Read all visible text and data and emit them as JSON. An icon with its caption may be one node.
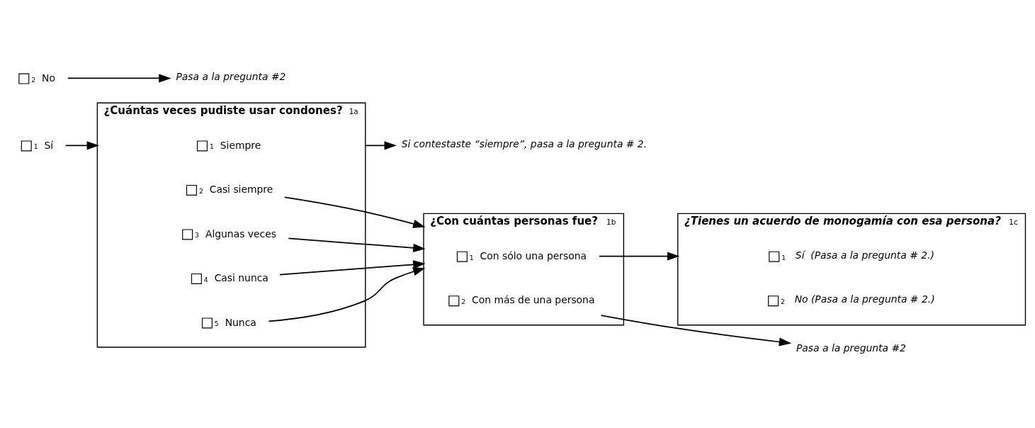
{
  "diagram": {
    "nodes": [
      {
        "text": [
          "1",
          "Sí"
        ]
      },
      {
        "text": [
          "2",
          "No"
        ]
      },
      {
        "text": [
          "¿Cuántas veces pudiste usar condones?",
          "1a"
        ]
      },
      {
        "text": [
          "1",
          "Siempre"
        ],
        "in": 2
      },
      {
        "text": [
          "2",
          "Casi siempre"
        ],
        "in": 2
      },
      {
        "text": [
          "3",
          "Algunas veces"
        ],
        "in": 2
      },
      {
        "text": [
          "4",
          "Casi nunca"
        ],
        "in": 2
      },
      {
        "text": [
          "5",
          "Nunca"
        ],
        "in": 2
      },
      {
        "text": [
          "Si contestaste “siempre”, pasa a la pregunta # 2."
        ]
      },
      {
        "text": [
          "¿Con cuántas personas fue?",
          "1b"
        ]
      },
      {
        "text": [
          "1",
          "Con sólo una persona"
        ],
        "in": 9
      },
      {
        "text": [
          "2",
          "Con más de una persona"
        ],
        "in": 9
      },
      {
        "text": [
          "¿Tienes un acuerdo de monogamía con esa persona?",
          "1c"
        ]
      },
      {
        "text": [
          "1",
          "Sí  (Pasa a la pregunta # 2.)"
        ],
        "in": 12
      },
      {
        "text": [
          "2",
          "No (Pasa a la pregunta # 2.)"
        ],
        "in": 12
      },
      {
        "text": [
          "Pasa a la pregunta #2"
        ]
      },
      {
        "text": [
          "Pasa a la pregunta #2"
        ]
      }
    ],
    "edges": [
      {
        "from": 0,
        "to": 2,
        "arrow": "to"
      },
      {
        "from": 1,
        "to": 15,
        "arrow": "to"
      },
      {
        "from": 2,
        "to": 8,
        "arrow": "to"
      },
      {
        "from": 4,
        "to": 9,
        "arrow": "to"
      },
      {
        "from": 5,
        "to": 9,
        "arrow": "to"
      },
      {
        "from": 6,
        "to": 9,
        "arrow": "to"
      },
      {
        "from": 7,
        "to": 9,
        "arrow": "to"
      },
      {
        "from": 10,
        "to": 12,
        "arrow": "to"
      },
      {
        "from": 11,
        "to": 16,
        "arrow": "to"
      }
    ]
  }
}
